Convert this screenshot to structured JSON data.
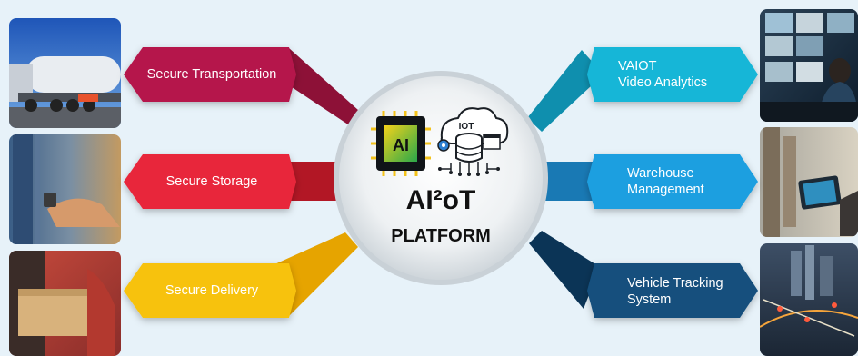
{
  "hub": {
    "title": "AI²oT",
    "subtitle": "PLATFORM",
    "chip_text": "AI",
    "cloud_text": "IOT"
  },
  "left_items": [
    {
      "label": "Secure Transportation",
      "color": "#b5174b",
      "photo": "tanker-truck-photo"
    },
    {
      "label": "Secure Storage",
      "color": "#e8283a",
      "photo": "storage-lock-photo"
    },
    {
      "label": "Secure Delivery",
      "color": "#f7c20e",
      "photo": "package-delivery-photo"
    }
  ],
  "right_items": [
    {
      "label_line1": "VAIOT",
      "label_line2": "Video Analytics",
      "color": "#16b6d7",
      "photo": "control-room-photo"
    },
    {
      "label_line1": "Warehouse",
      "label_line2": "Management",
      "color": "#1e9fe0",
      "photo": "warehouse-tablet-photo"
    },
    {
      "label_line1": "Vehicle Tracking",
      "label_line2": "System",
      "color": "#124f7d",
      "photo": "city-map-photo"
    }
  ]
}
